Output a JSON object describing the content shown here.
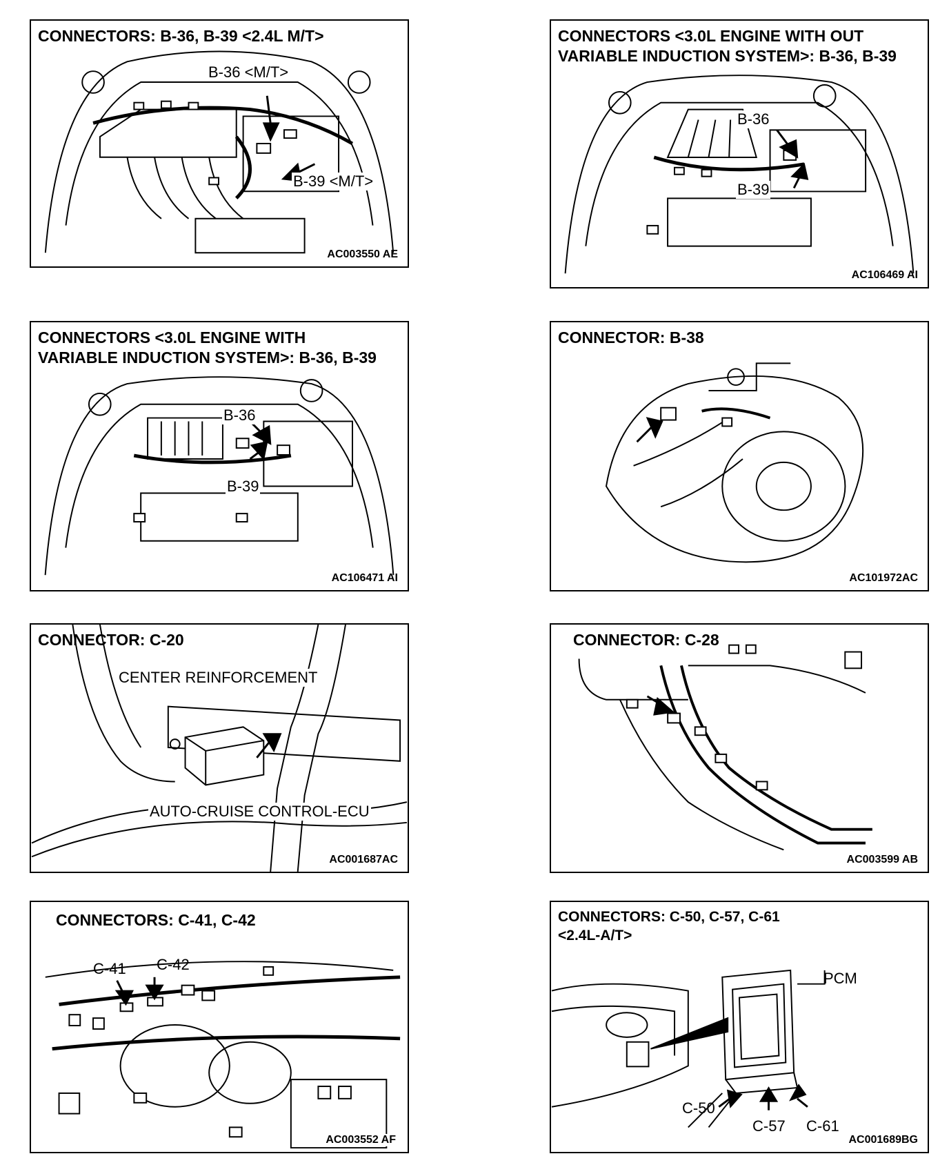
{
  "panels": [
    {
      "id": "p1",
      "title": "CONNECTORS: B-36, B-39 <2.4L M/T>",
      "code": "AC003550 AE",
      "labels": [
        "B-36 <M/T>",
        "B-39 <M/T>"
      ]
    },
    {
      "id": "p2",
      "title": "CONNECTORS <3.0L ENGINE WITH OUT\nVARIABLE INDUCTION SYSTEM>: B-36, B-39",
      "code": "AC106469 AI",
      "labels": [
        "B-36",
        "B-39"
      ]
    },
    {
      "id": "p3",
      "title": "CONNECTORS <3.0L ENGINE WITH\nVARIABLE INDUCTION SYSTEM>: B-36, B-39",
      "code": "AC106471 AI",
      "labels": [
        "B-36",
        "B-39"
      ]
    },
    {
      "id": "p4",
      "title": "CONNECTOR: B-38",
      "code": "AC101972AC",
      "labels": []
    },
    {
      "id": "p5",
      "title": "CONNECTOR: C-20",
      "code": "AC001687AC",
      "labels": [
        "CENTER REINFORCEMENT",
        "AUTO-CRUISE CONTROL-ECU"
      ]
    },
    {
      "id": "p6",
      "title": "CONNECTOR: C-28",
      "code": "AC003599 AB",
      "labels": []
    },
    {
      "id": "p7",
      "title": "CONNECTORS: C-41, C-42",
      "code": "AC003552 AF",
      "labels": [
        "C-41",
        "C-42"
      ]
    },
    {
      "id": "p8",
      "title": "CONNECTORS: C-50, C-57, C-61\n<2.4L-A/T>",
      "code": "AC001689BG",
      "labels": [
        "PCM",
        "C-50",
        "C-57",
        "C-61"
      ]
    }
  ],
  "icons": {
    "arrow": "pointer-arrow-icon"
  }
}
